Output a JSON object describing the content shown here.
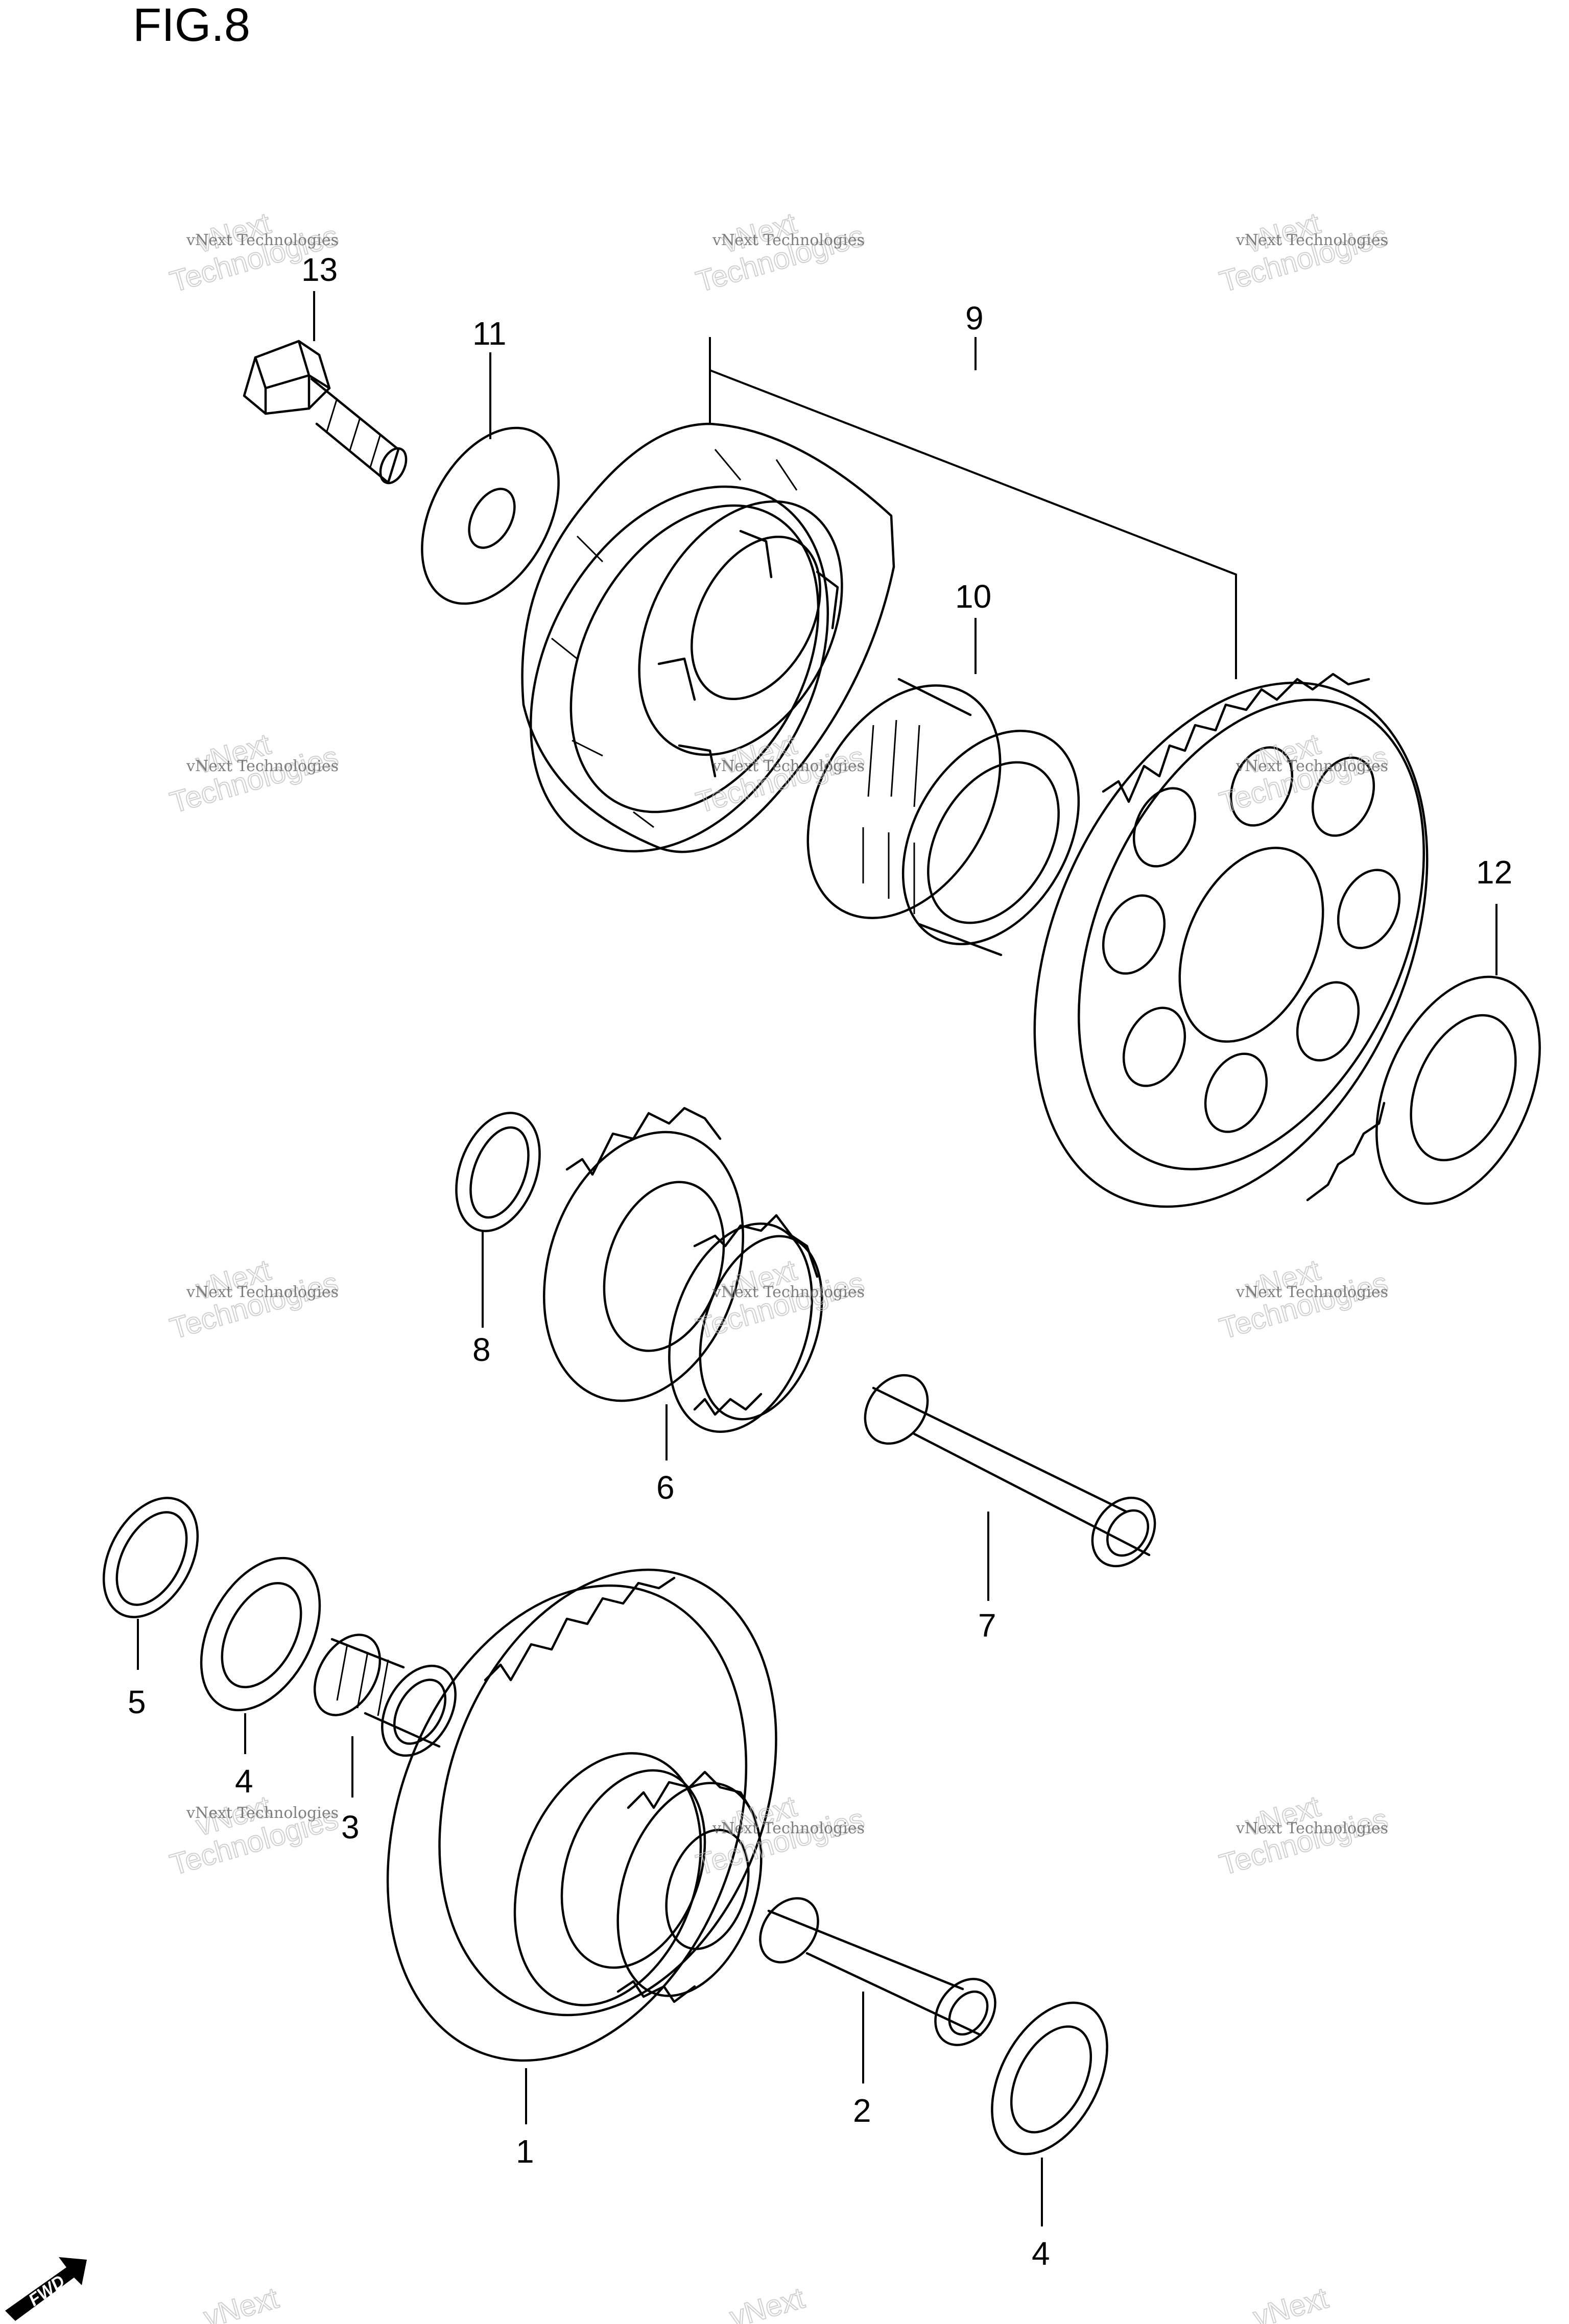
{
  "figure": {
    "title": "FIG.8"
  },
  "watermark": {
    "line_small": "vNext Technologies",
    "line_big_1": "vNext",
    "line_big_2": "Technologies"
  },
  "fwd_label": "FWD",
  "callouts": {
    "p1": "1",
    "p2": "2",
    "p3": "3",
    "p4a": "4",
    "p4b": "4",
    "p5": "5",
    "p6": "6",
    "p7": "7",
    "p8": "8",
    "p9": "9",
    "p10": "10",
    "p11": "11",
    "p12": "12",
    "p13": "13"
  },
  "colors": {
    "line": "#000000",
    "background": "#ffffff",
    "watermark": "#bbbbbb"
  }
}
